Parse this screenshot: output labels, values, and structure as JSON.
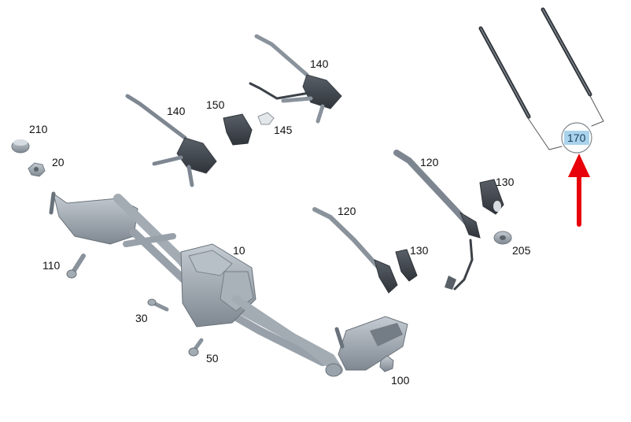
{
  "diagram": {
    "labels": {
      "n210": "210",
      "n20": "20",
      "n140_left": "140",
      "n150": "150",
      "n145": "145",
      "n140_top": "140",
      "n120_right": "120",
      "n130_right": "130",
      "n205": "205",
      "n120_mid": "120",
      "n130_mid": "130",
      "n110": "110",
      "n10": "10",
      "n30": "30",
      "n50": "50",
      "n100": "100"
    },
    "highlight": {
      "part_number": "170",
      "fill_color": "#a9d3ec",
      "arrow_color": "#e8000a"
    },
    "part_color": "#9aa3ad"
  }
}
